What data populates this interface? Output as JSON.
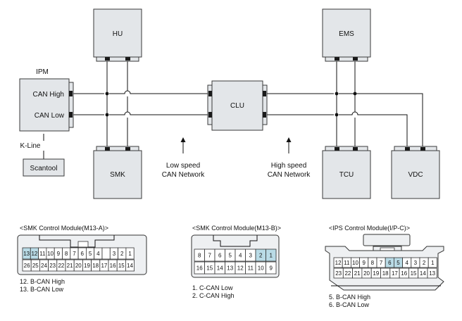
{
  "network": {
    "modules": {
      "hu": "HU",
      "ems": "EMS",
      "ipm_title": "IPM",
      "ipm_can_high": "CAN High",
      "ipm_can_low": "CAN Low",
      "kline": "K-Line",
      "scantool": "Scantool",
      "clu": "CLU",
      "smk": "SMK",
      "tcu": "TCU",
      "vdc": "VDC"
    },
    "annotations": {
      "low_speed_1": "Low speed",
      "low_speed_2": "CAN Network",
      "high_speed_1": "High speed",
      "high_speed_2": "CAN Network"
    }
  },
  "connectors": [
    {
      "title": "<SMK Control Module(M13-A)>",
      "top_row": [
        "13",
        "12",
        "11",
        "10",
        "9",
        "8",
        "7",
        "6",
        "5",
        "4",
        "",
        "3",
        "2",
        "1"
      ],
      "bottom_row": [
        "26",
        "25",
        "24",
        "23",
        "22",
        "21",
        "20",
        "19",
        "18",
        "17",
        "16",
        "15",
        "14"
      ],
      "highlight_top": [
        0,
        1
      ],
      "highlight_bottom": [],
      "notes": [
        "12. B-CAN High",
        "13. B-CAN Low"
      ]
    },
    {
      "title": "<SMK Control Module(M13-B)>",
      "top_row": [
        "8",
        "7",
        "6",
        "5",
        "4",
        "3",
        "2",
        "1"
      ],
      "bottom_row": [
        "16",
        "15",
        "14",
        "13",
        "12",
        "11",
        "10",
        "9"
      ],
      "highlight_top": [
        6,
        7
      ],
      "highlight_bottom": [],
      "notes": [
        "1. C-CAN Low",
        "2. C-CAN High"
      ]
    },
    {
      "title": "<IPS Control Module(I/P-C)>",
      "top_row": [
        "12",
        "11",
        "10",
        "9",
        "8",
        "7",
        "6",
        "5",
        "4",
        "3",
        "2",
        "1"
      ],
      "bottom_row": [
        "23",
        "22",
        "21",
        "20",
        "19",
        "18",
        "17",
        "16",
        "15",
        "14",
        "13"
      ],
      "highlight_top": [
        6,
        7
      ],
      "highlight_bottom": [],
      "notes": [
        "5. B-CAN High",
        "6. B-CAN Low"
      ]
    }
  ]
}
